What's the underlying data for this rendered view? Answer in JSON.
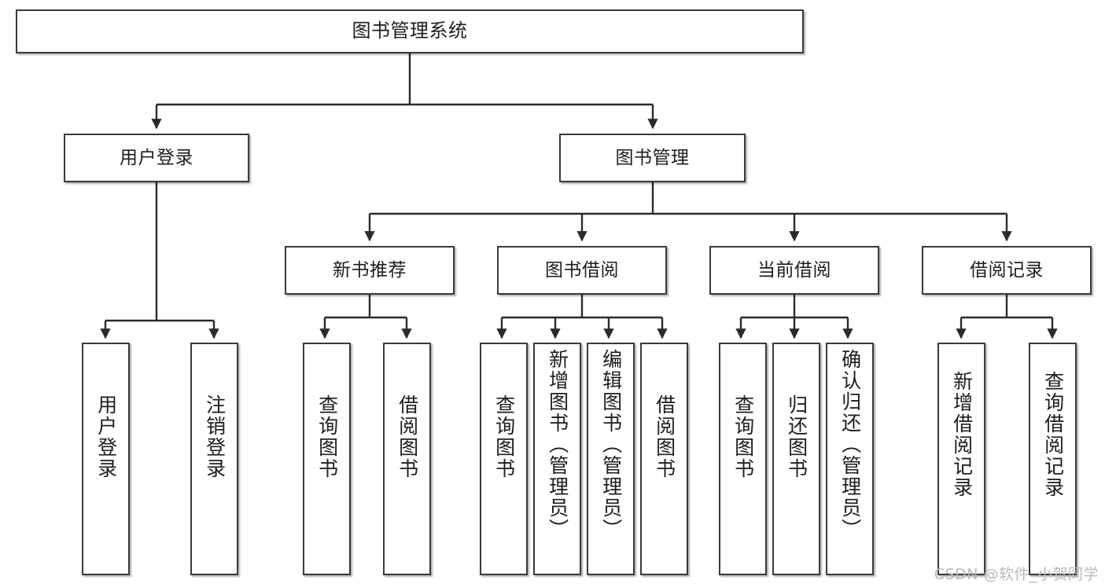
{
  "diagram": {
    "title": "图书管理系统",
    "type": "tree-hierarchy",
    "colors": {
      "box_border": "#3a3a3a",
      "box_fill": "#ffffff",
      "connector": "#2b2b2b",
      "text": "#1d1d1d",
      "watermark": "#b9b9b9"
    },
    "root": {
      "label": "图书管理系统"
    },
    "level2": [
      {
        "label": "用户登录"
      },
      {
        "label": "图书管理"
      }
    ],
    "level3": [
      {
        "label": "新书推荐"
      },
      {
        "label": "图书借阅"
      },
      {
        "label": "当前借阅"
      },
      {
        "label": "借阅记录"
      }
    ],
    "leaves": {
      "user_login": [
        {
          "label": "用户登录"
        },
        {
          "label": "注销登录"
        }
      ],
      "new_book": [
        {
          "label": "查询图书"
        },
        {
          "label": "借阅图书"
        }
      ],
      "book_borrow": [
        {
          "label": "查询图书"
        },
        {
          "label": "新增图书（管理员）"
        },
        {
          "label": "编辑图书（管理员）"
        },
        {
          "label": "借阅图书"
        }
      ],
      "current_borrow": [
        {
          "label": "查询图书"
        },
        {
          "label": "归还图书"
        },
        {
          "label": "确认归还（管理员）"
        }
      ],
      "borrow_record": [
        {
          "label": "新增借阅记录"
        },
        {
          "label": "查询借阅记录"
        }
      ]
    }
  },
  "watermark": {
    "text": "CSDN @软件_小贺同学"
  }
}
